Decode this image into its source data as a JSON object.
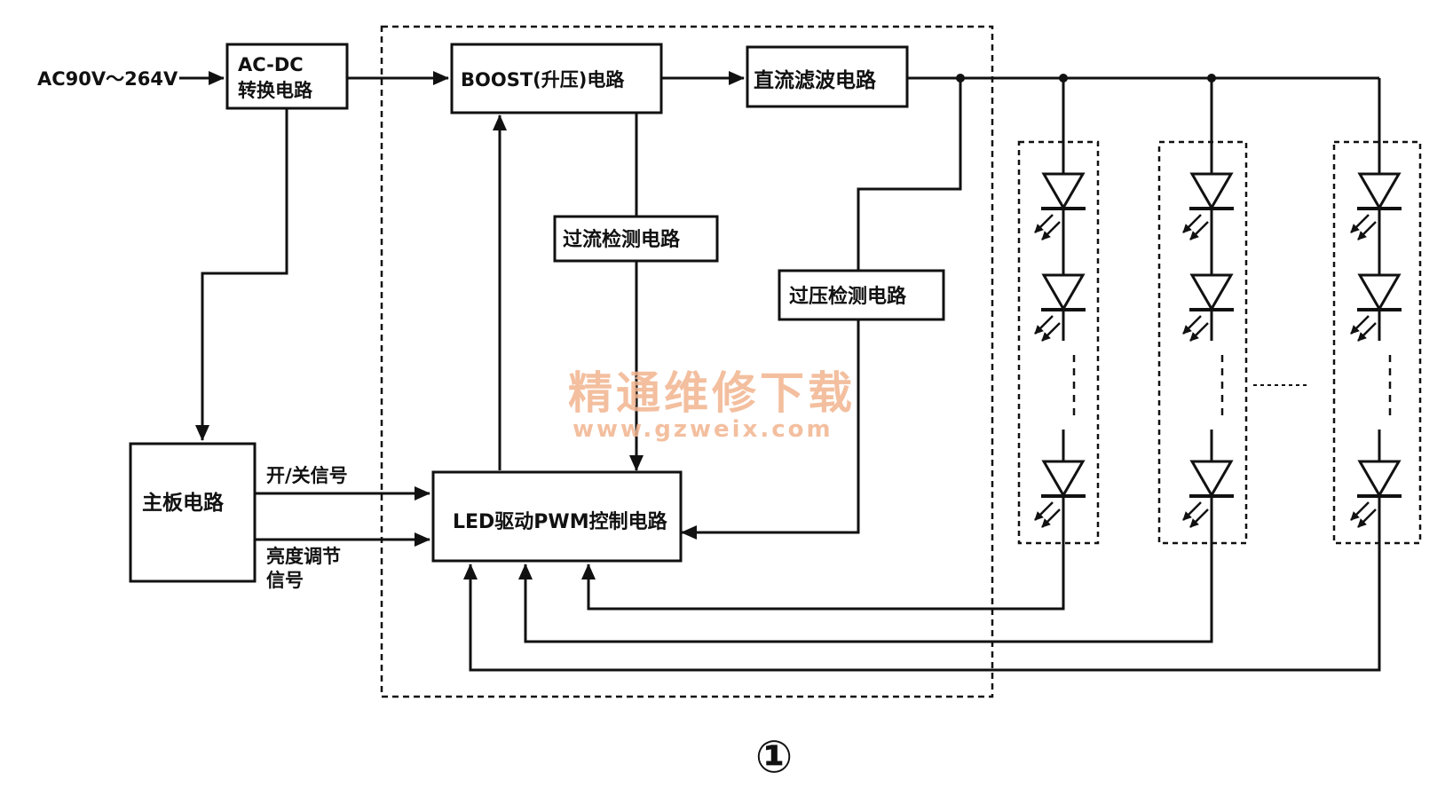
{
  "input": {
    "label": "AC90V～264V"
  },
  "blocks": {
    "acdc": {
      "line1": "AC-DC",
      "line2": "转换电路"
    },
    "boost": {
      "label": "BOOST(升压)电路"
    },
    "filter": {
      "label": "直流滤波电路"
    },
    "overcurrent": {
      "label": "过流检测电路"
    },
    "overvoltage": {
      "label": "过压检测电路"
    },
    "mainboard": {
      "label": "主板电路"
    },
    "pwm": {
      "label": "LED驱动PWM控制电路"
    }
  },
  "signals": {
    "onoff": "开/关信号",
    "brightness_line1": "亮度调节",
    "brightness_line2": "信号"
  },
  "led_strings": {
    "count": 3,
    "leds_drawn_per_string": 3
  },
  "watermark": {
    "title": "精通维修下载",
    "url": "www.gzweix.com",
    "color": "#f2b48f"
  },
  "figure_number": "①"
}
